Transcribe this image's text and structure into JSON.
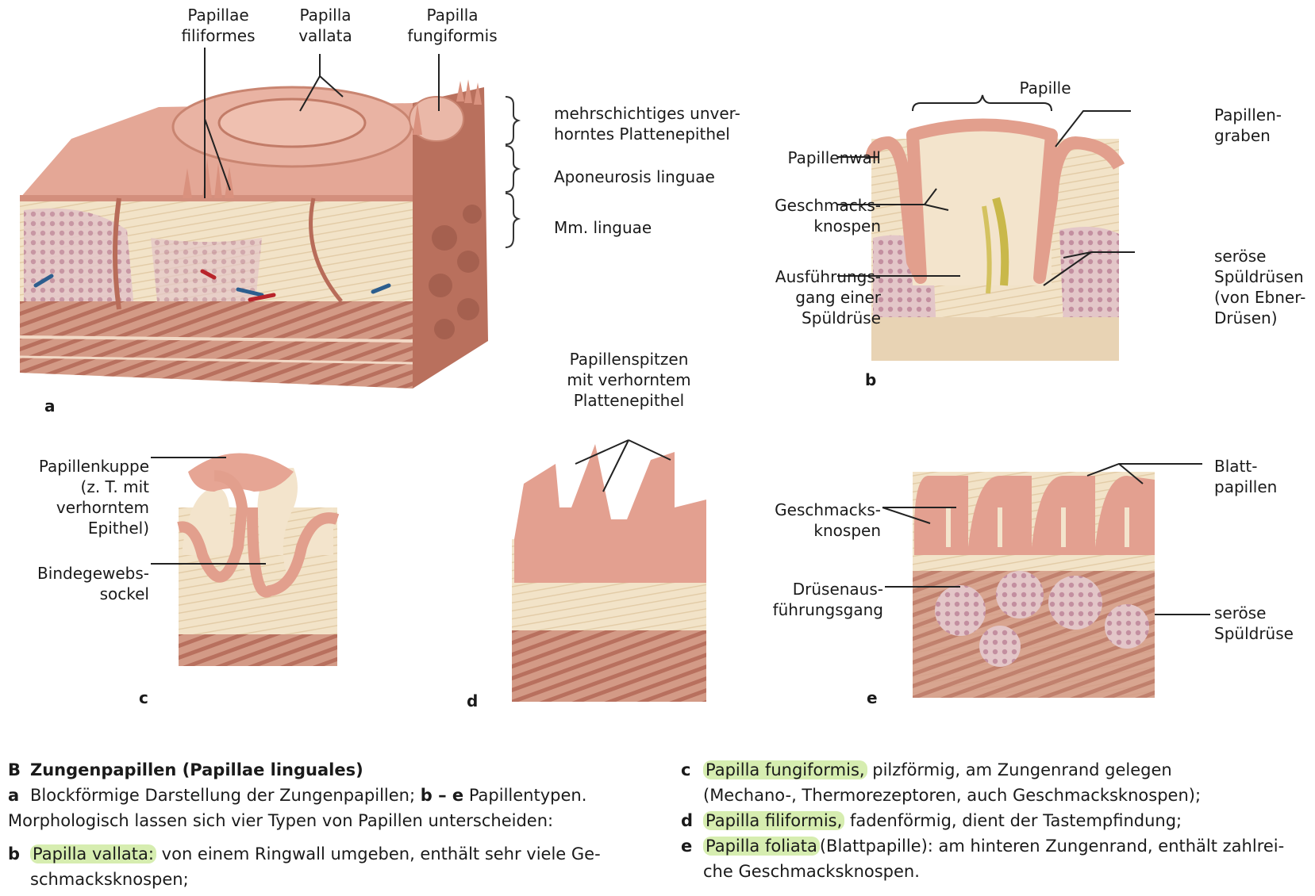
{
  "figure": {
    "panel_a": {
      "letter": "a",
      "labels": {
        "filiformes": "Papillae\nfiliformes",
        "vallata": "Papilla\nvallata",
        "fungiformis": "Papilla\nfungiformis",
        "epithel": "mehrschichtiges unver-\nhorntes Plattenepithel",
        "aponeurosis": "Aponeurosis linguae",
        "mm": "Mm. linguae"
      }
    },
    "panel_b": {
      "letter": "b",
      "labels": {
        "papille": "Papille",
        "papillenwall": "Papillenwall",
        "geschmacksknospen": "Geschmacks-\nknospen",
        "ausfuehrungsgang": "Ausführungs-\ngang einer\nSpüldrüse",
        "papillengraben": "Papillen-\ngraben",
        "seroese": "seröse\nSpüldrüsen\n(von Ebner-\nDrüsen)"
      }
    },
    "panel_c": {
      "letter": "c",
      "labels": {
        "kuppe": "Papillenkuppe\n(z. T. mit\nverhorntem\nEpithel)",
        "sockel": "Bindegewebs-\nsockel"
      }
    },
    "panel_d": {
      "letter": "d",
      "labels": {
        "spitzen": "Papillenspitzen\nmit verhorntem\nPlattenepithel"
      }
    },
    "panel_e": {
      "letter": "e",
      "labels": {
        "blatt": "Blatt-\npapillen",
        "geschmacksknospen": "Geschmacks-\nknospen",
        "druesengang": "Drüsenaus-\nführungsgang",
        "seroese": "seröse\nSpüldrüse"
      }
    }
  },
  "caption": {
    "title_key": "B",
    "title": "Zungenpapillen (Papillae linguales)",
    "a_key": "a",
    "a_text": "Blockförmige Darstellung der Zungenpapillen;",
    "a_be": "b – e",
    "a_text2": "Papillentypen.",
    "morph": "Morphologisch lassen sich vier Typen von Papillen unterscheiden:",
    "b_key": "b",
    "b_hl": "Papilla vallata:",
    "b_text": "von einem Ringwall umgeben, enthält sehr viele Ge-",
    "b_text2": "schmacksknospen;",
    "c_key": "c",
    "c_hl": "Papilla fungiformis,",
    "c_text": "pilzförmig, am Zungenrand gelegen",
    "c_text2": "(Mechano-, Thermorezeptoren, auch Geschmacksknospen);",
    "d_key": "d",
    "d_hl": "Papilla filiformis,",
    "d_text": "fadenförmig, dient der Tastempfindung;",
    "e_key": "e",
    "e_hl": "Papilla foliata",
    "e_text": "(Blattpapille): am hinteren Zungenrand, enthält zahlrei-",
    "e_text2": "che Geschmacksknospen."
  },
  "colors": {
    "epithel": "#e8a89a",
    "tissue": "#f1dfc4",
    "muscle": "#c8806e",
    "gland": "#caa3b4",
    "highlight": "#d6edb0"
  }
}
